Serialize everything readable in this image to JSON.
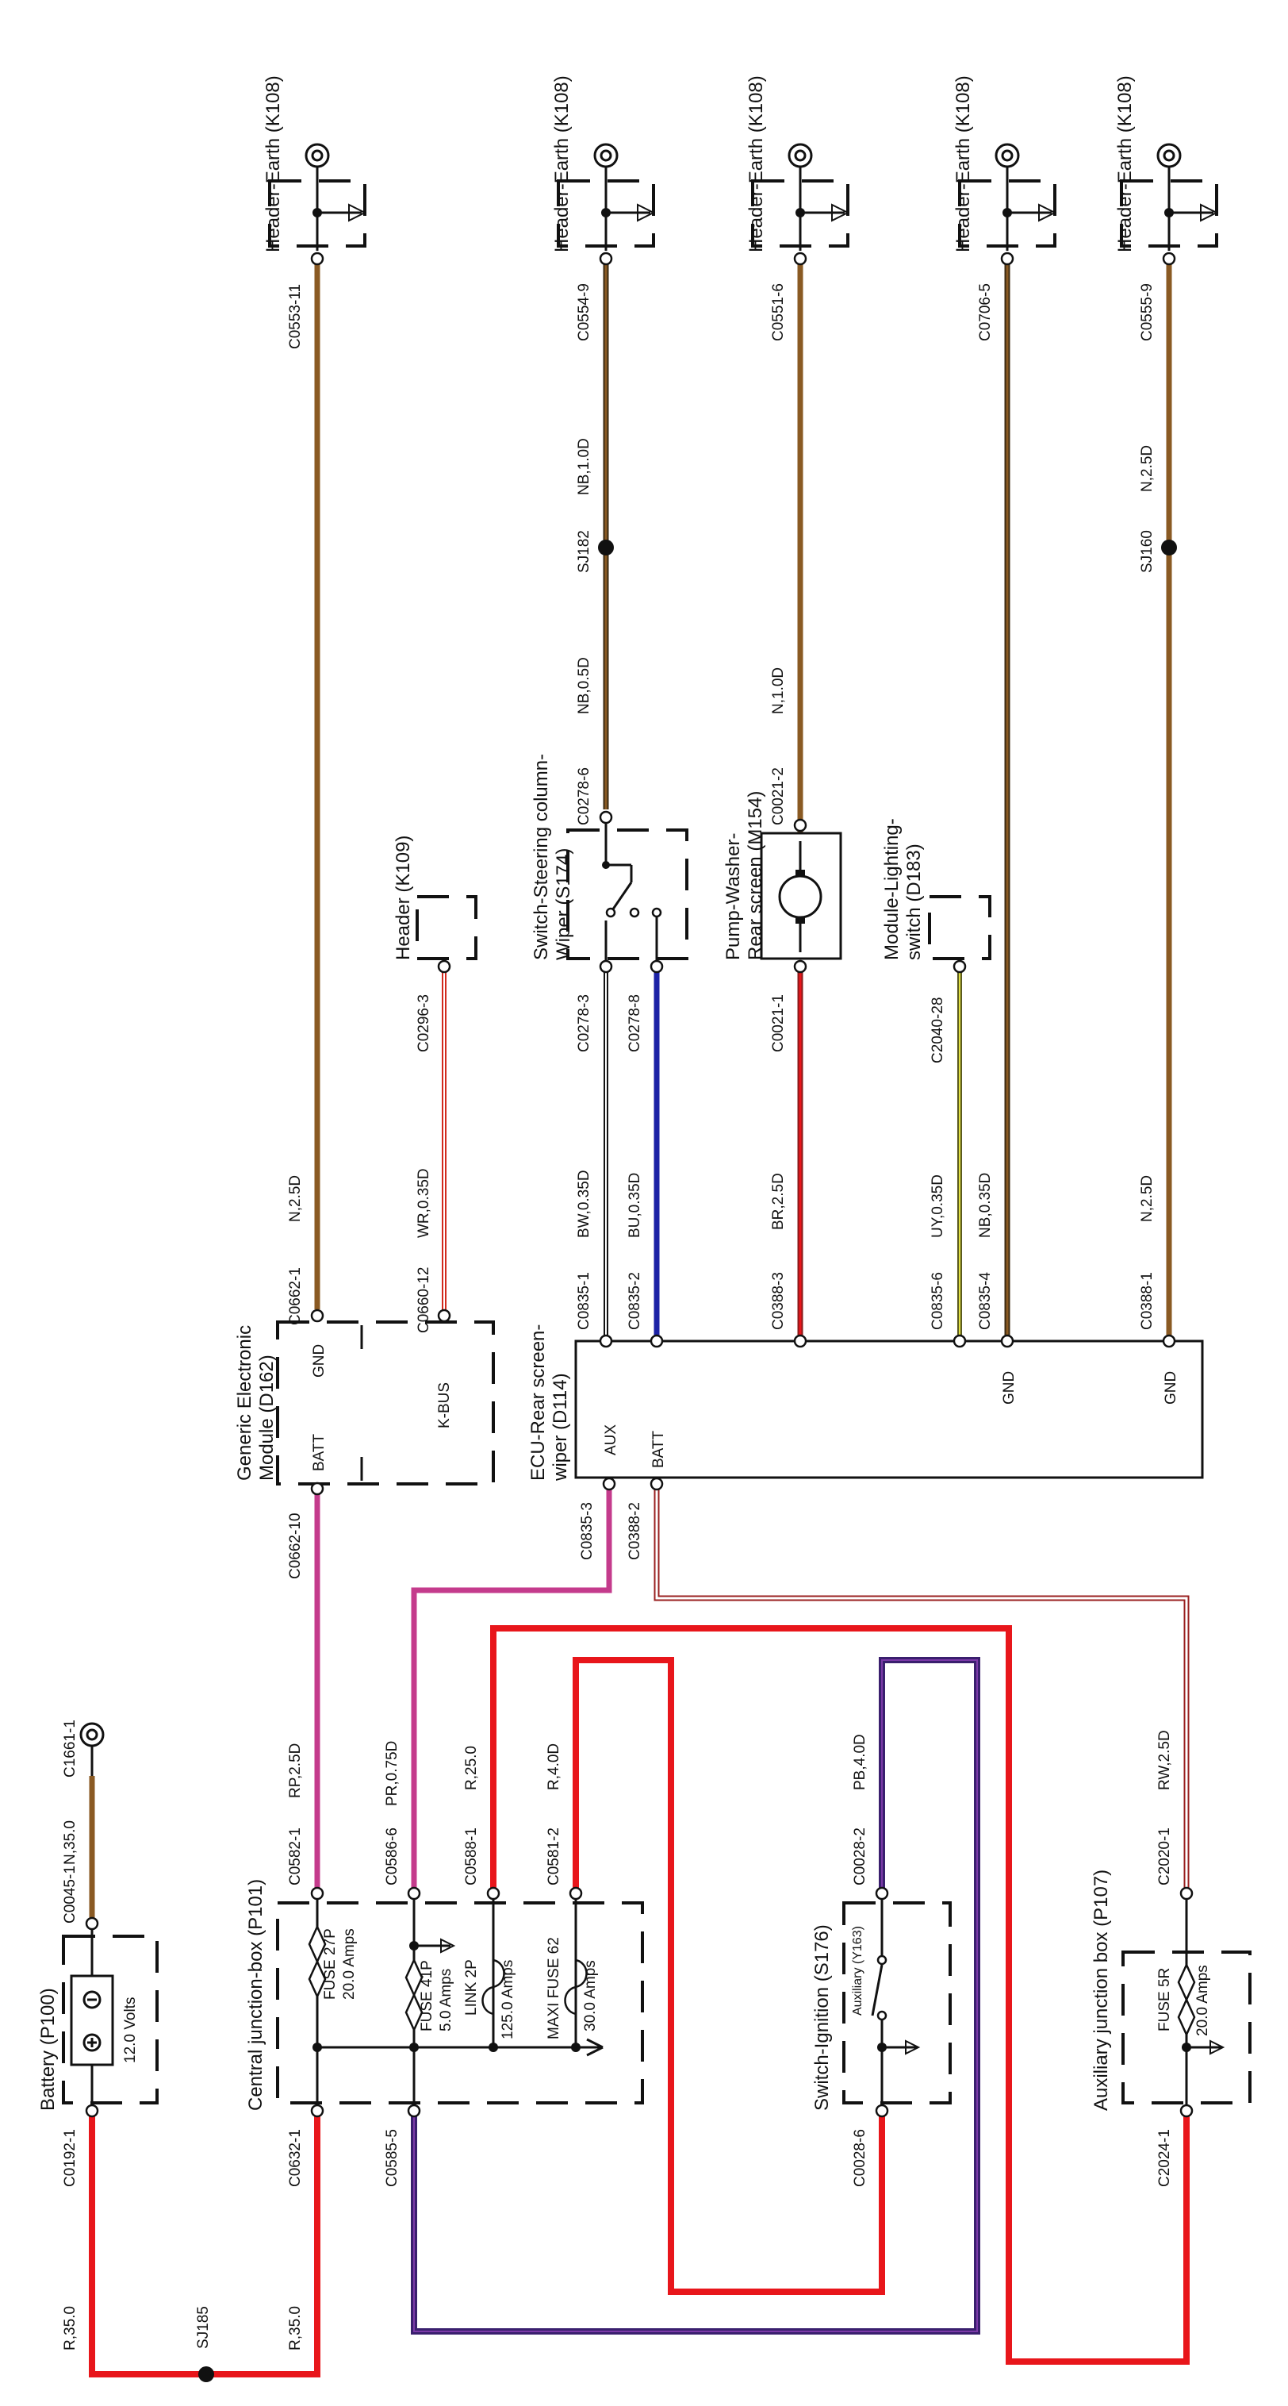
{
  "components": {
    "header_earth": "Header-Earth (K108)",
    "header_k109": "Header (K109)",
    "gem": "Generic Electronic\nModule (D162)",
    "ecu": "ECU-Rear screen-\nwiper (D114)",
    "switch_wiper": "Switch-Steering column-\nWiper (S174)",
    "pump": "Pump-Washer-\nRear screen (M154)",
    "module_lighting": "Module-Lighting-\nswitch (D183)",
    "battery": "Battery (P100)",
    "battery_volts": "12.0 Volts",
    "cjb": "Central junction-box (P101)",
    "ignition": "Switch-Ignition (S176)",
    "ignition_aux": "Auxiliary (Y163)",
    "ajb": "Auxiliary junction box (P107)"
  },
  "pins": {
    "batt": "BATT",
    "gnd": "GND",
    "kbus": "K-BUS",
    "aux": "AUX"
  },
  "fuses": {
    "f27": "FUSE 27P",
    "f27a": "20.0 Amps",
    "f41": "FUSE 41P",
    "f41a": "5.0 Amps",
    "link2": "LINK 2P",
    "link2a": "125.0 Amps",
    "maxi62": "MAXI FUSE 62",
    "maxi62a": "30.0 Amps",
    "f5r": "FUSE 5R",
    "f5ra": "20.0 Amps"
  },
  "connectors": {
    "c0553_11": "C0553-11",
    "c0554_9": "C0554-9",
    "c0551_6": "C0551-6",
    "c0706_5": "C0706-5",
    "c0555_9": "C0555-9",
    "c0278_6": "C0278-6",
    "c0021_2": "C0021-2",
    "c0296_3": "C0296-3",
    "c0278_3": "C0278-3",
    "c0278_8": "C0278-8",
    "c0021_1": "C0021-1",
    "c2040_28": "C2040-28",
    "c0662_1": "C0662-1",
    "c0660_12": "C0660-12",
    "c0835_1": "C0835-1",
    "c0835_2": "C0835-2",
    "c0388_3": "C0388-3",
    "c0835_6": "C0835-6",
    "c0835_4": "C0835-4",
    "c0388_1": "C0388-1",
    "c0662_10": "C0662-10",
    "c0835_3": "C0835-3",
    "c0388_2": "C0388-2",
    "c1661_1": "C1661-1",
    "c0045_1": "C0045-1",
    "c0192_1": "C0192-1",
    "c0582_1": "C0582-1",
    "c0586_6": "C0586-6",
    "c0588_1": "C0588-1",
    "c0581_2": "C0581-2",
    "c0632_1": "C0632-1",
    "c0585_5": "C0585-5",
    "c0028_2": "C0028-2",
    "c0028_6": "C0028-6",
    "c2020_1": "C2020-1",
    "c2024_1": "C2024-1"
  },
  "splices": {
    "sj182": "SJ182",
    "sj160": "SJ160",
    "sj185": "SJ185"
  },
  "wires": {
    "nb10d": "NB,1.0D",
    "nb05d": "NB,0.5D",
    "n10d": "N,1.0D",
    "n25d_top": "N,2.5D",
    "n25d_a": "N,2.5D",
    "wr035d": "WR,0.35D",
    "bw035d": "BW,0.35D",
    "bu035d": "BU,0.35D",
    "br25d": "BR,2.5D",
    "uy035d": "UY,0.35D",
    "nb035d": "NB,0.35D",
    "n25d_b": "N,2.5D",
    "rp25d": "RP,2.5D",
    "pr075d": "PR,0.75D",
    "r250": "R,25.0",
    "r40d": "R,4.0D",
    "n350": "N,35.0",
    "pb40d": "PB,4.0D",
    "rw25d": "RW,2.5D",
    "r350_a": "R,35.0",
    "r350_b": "R,35.0"
  },
  "colors": {
    "brown": "#8a5a23",
    "red": "#e8161b",
    "pink": "#c43b8c",
    "purple": "#3a1f6e",
    "blue": "#1c22a6",
    "dark_red": "#8a1a1a"
  }
}
